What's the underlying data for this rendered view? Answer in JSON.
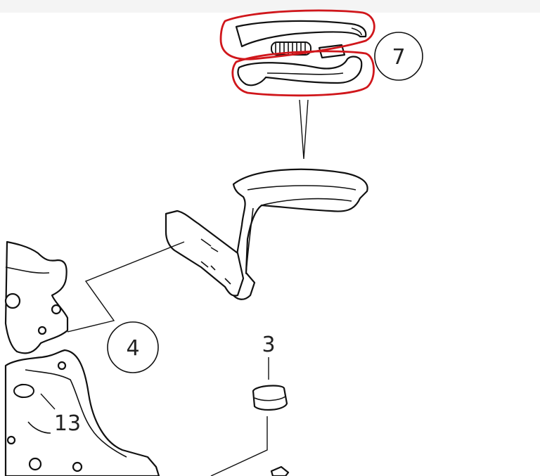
{
  "callouts": {
    "seven": "7",
    "four": "4",
    "three": "3",
    "thirteen": "13"
  },
  "colors": {
    "highlight": "#d0161b",
    "line": "#111111",
    "strip": "#f4f4f4"
  }
}
